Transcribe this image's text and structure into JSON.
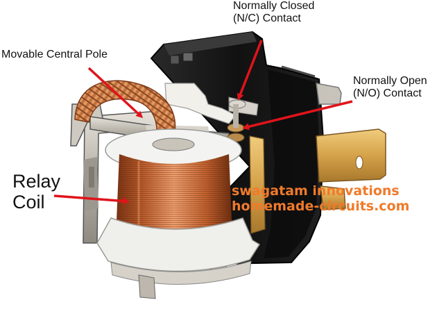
{
  "labels": {
    "movable_pole": "Movable Central Pole",
    "nc_line1": "Normally Closed",
    "nc_line2": "(N/C) Contact",
    "no_line1": "Normally Open",
    "no_line2": "(N/O) Contact",
    "coil_line1": "Relay",
    "coil_line2": "Coil"
  },
  "watermark": {
    "line1": "swagatam innovations",
    "line2": "homemade-circuits.com"
  },
  "colors": {
    "arrow": "#e0141b",
    "watermark": "#f07a2a",
    "copper": "#c76a38",
    "housing": "#161616",
    "bracket": "#b9b4aa",
    "terminal": "#d5a24a",
    "bobbin": "#ececec"
  }
}
